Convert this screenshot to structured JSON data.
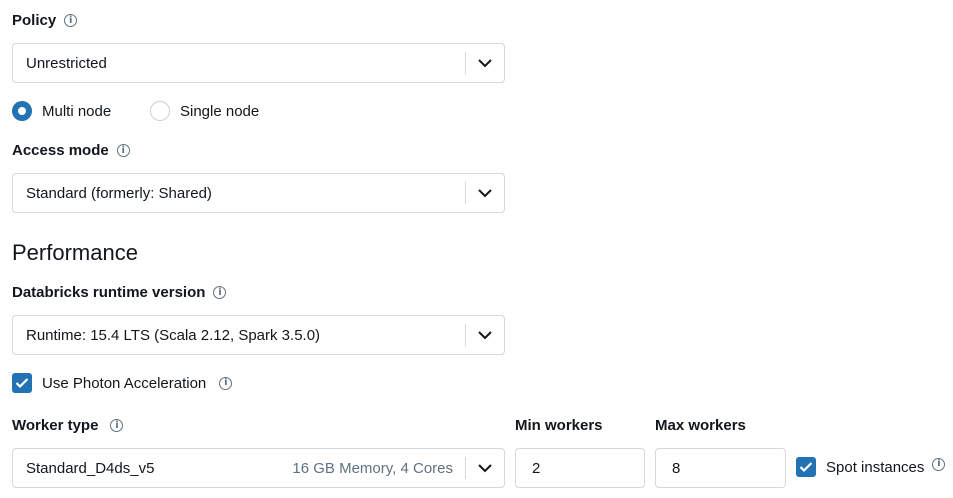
{
  "policy": {
    "label": "Policy",
    "value": "Unrestricted"
  },
  "node_type": {
    "multi": "Multi node",
    "single": "Single node",
    "selected": "multi"
  },
  "access_mode": {
    "label": "Access mode",
    "value": "Standard (formerly: Shared)"
  },
  "performance": {
    "heading": "Performance",
    "runtime_label": "Databricks runtime version",
    "runtime_value": "Runtime: 15.4 LTS (Scala 2.12, Spark 3.5.0)",
    "photon_label": "Use Photon Acceleration",
    "photon_checked": true
  },
  "workers": {
    "type_label": "Worker type",
    "type_value": "Standard_D4ds_v5",
    "type_hint": "16 GB Memory, 4 Cores",
    "min_label": "Min workers",
    "min_value": "2",
    "max_label": "Max workers",
    "max_value": "8",
    "spot_label": "Spot instances",
    "spot_checked": true
  },
  "icons": {
    "info": "info-icon",
    "chevron": "chevron-down-icon",
    "check": "checkmark-icon"
  },
  "colors": {
    "accent": "#2272b4",
    "border": "#d1d9e1",
    "muted": "#5f7281"
  }
}
